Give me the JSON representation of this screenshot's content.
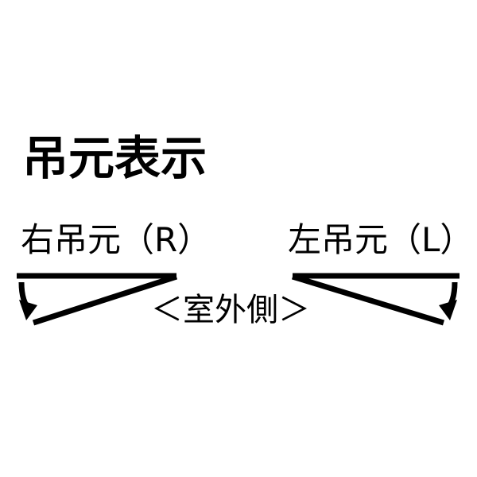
{
  "page": {
    "title": "吊元表示",
    "background_color": "#ffffff",
    "ink_color": "#000000"
  },
  "diagram": {
    "left_panel": {
      "label": "右吊元（R）",
      "swing_direction": "right-hinge",
      "arrow_icon": "curved-down-left-arrow"
    },
    "right_panel": {
      "label": "左吊元（L）",
      "swing_direction": "left-hinge",
      "arrow_icon": "curved-down-right-arrow"
    },
    "center_note": "＜室外側＞"
  }
}
